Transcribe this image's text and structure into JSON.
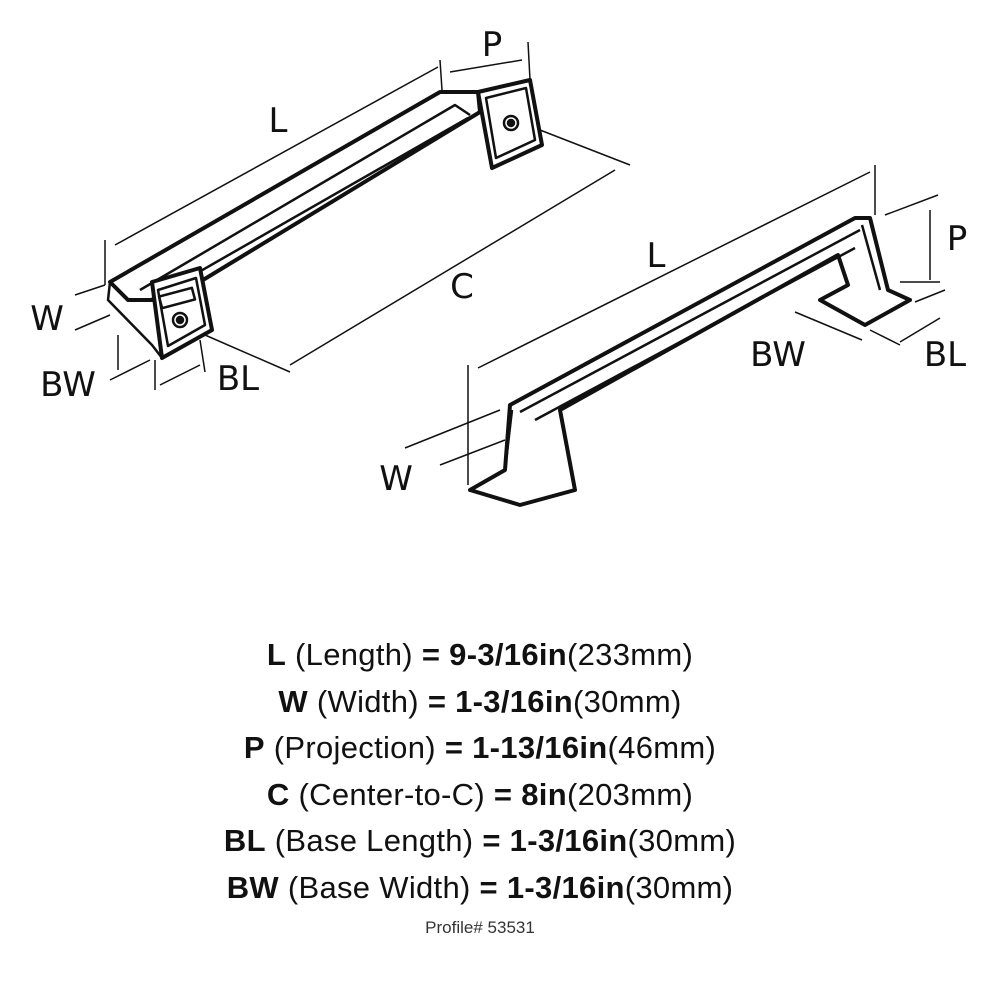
{
  "diagram_labels": {
    "top_view": {
      "length": "L",
      "projection": "P",
      "center": "C",
      "width": "W",
      "base_width": "BW",
      "base_length": "BL"
    },
    "side_view": {
      "length": "L",
      "projection": "P",
      "base_width": "BW",
      "base_length": "BL",
      "width": "W"
    }
  },
  "specs": [
    {
      "abbr": "L",
      "name": "(Length)",
      "eq": "=",
      "inches": "9-3/16in",
      "mm": "(233mm)"
    },
    {
      "abbr": "W",
      "name": "(Width)",
      "eq": "=",
      "inches": "1-3/16in",
      "mm": "(30mm)"
    },
    {
      "abbr": "P",
      "name": "(Projection)",
      "eq": "=",
      "inches": "1-13/16in",
      "mm": "(46mm)"
    },
    {
      "abbr": "C",
      "name": "(Center-to-C)",
      "eq": "=",
      "inches": "8in",
      "mm": "(203mm)"
    },
    {
      "abbr": "BL",
      "name": "(Base Length)",
      "eq": "=",
      "inches": "1-3/16in",
      "mm": "(30mm)"
    },
    {
      "abbr": "BW",
      "name": "(Base Width)",
      "eq": "=",
      "inches": "1-3/16in",
      "mm": "(30mm)"
    }
  ],
  "profile": "Profile# 53531"
}
